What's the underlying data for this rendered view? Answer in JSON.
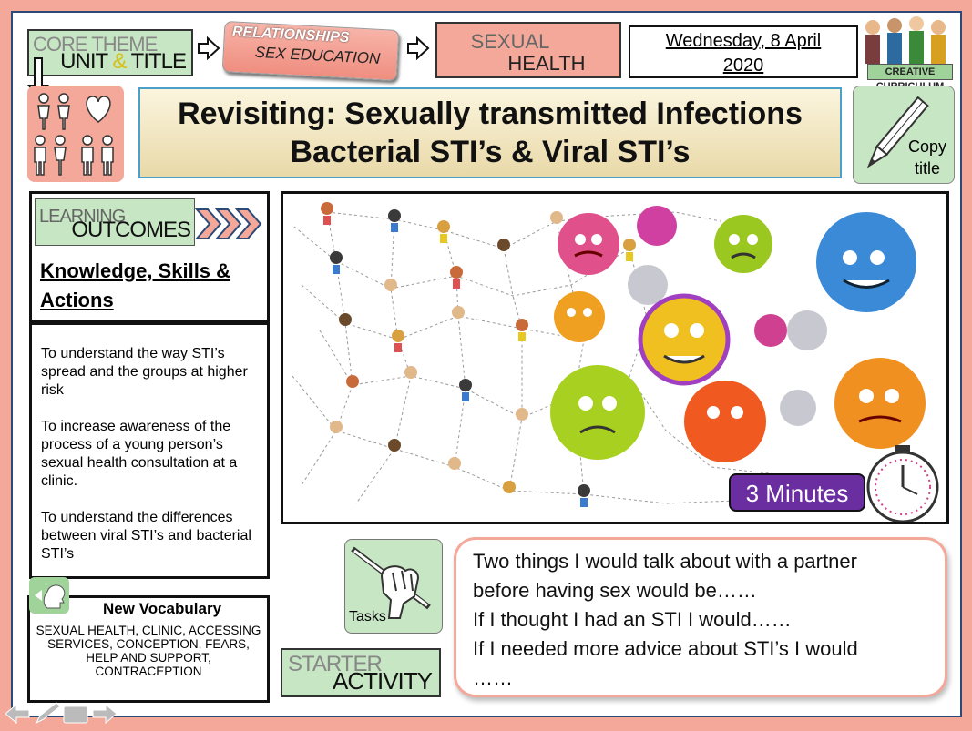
{
  "header": {
    "core_theme_line1": "CORE THEME",
    "core_theme_line2a": "UNIT ",
    "core_theme_amp": "&",
    "core_theme_line2b": " TITLE",
    "rse_line1": "RELATIONSHIPS",
    "rse_line2": "SEX EDUCATION",
    "topic_line1": "SEXUAL",
    "topic_line2": "HEALTH",
    "date_line1": "Wednesday, 8 April",
    "date_line2": "2020",
    "logo_text": "CREATIVE CURRICULUM"
  },
  "title": {
    "line1": "Revisiting: Sexually transmitted Infections",
    "line2": "Bacterial STI’s & Viral STI’s"
  },
  "copy_title": {
    "line1": "Copy",
    "line2": "title"
  },
  "learning_outcomes": {
    "head_line1": "LEARNING",
    "head_line2": "OUTCOMES",
    "subheading_line1": "Knowledge, Skills &",
    "subheading_line2": "Actions",
    "items": [
      "To understand the way STI’s spread and the groups at higher risk",
      "To increase awareness of the process of a young person’s sexual health consultation at a clinic.",
      "To understand the differences between viral STI’s and bacterial STI’s"
    ]
  },
  "vocab": {
    "heading": "New Vocabulary",
    "body": "SEXUAL HEALTH, CLINIC, ACCESSING SERVICES, CONCEPTION, FEARS, HELP AND SUPPORT, CONTRACEPTION"
  },
  "timer": {
    "label": "3 Minutes"
  },
  "tasks": {
    "label": "Tasks"
  },
  "starter": {
    "line1": "STARTER",
    "line2": "ACTIVITY"
  },
  "prompt": {
    "lines": [
      "Two things I would talk about with a partner",
      "before having sex would be……",
      "If I thought I had an STI I would……",
      "If I needed more advice about STI’s I would",
      "……"
    ]
  },
  "colors": {
    "salmon": "#f4a89a",
    "green": "#c7e6c3",
    "purple": "#6a2ea0",
    "navy": "#2b4a78"
  },
  "icons": [
    "arrow-right-icon",
    "arrow-down-icon",
    "people-heart-icon",
    "pencil-icon",
    "fist-pencil-icon",
    "speaker-icon",
    "stopwatch-icon",
    "nav-back-icon",
    "nav-pen-icon",
    "nav-menu-icon",
    "nav-forward-icon"
  ]
}
